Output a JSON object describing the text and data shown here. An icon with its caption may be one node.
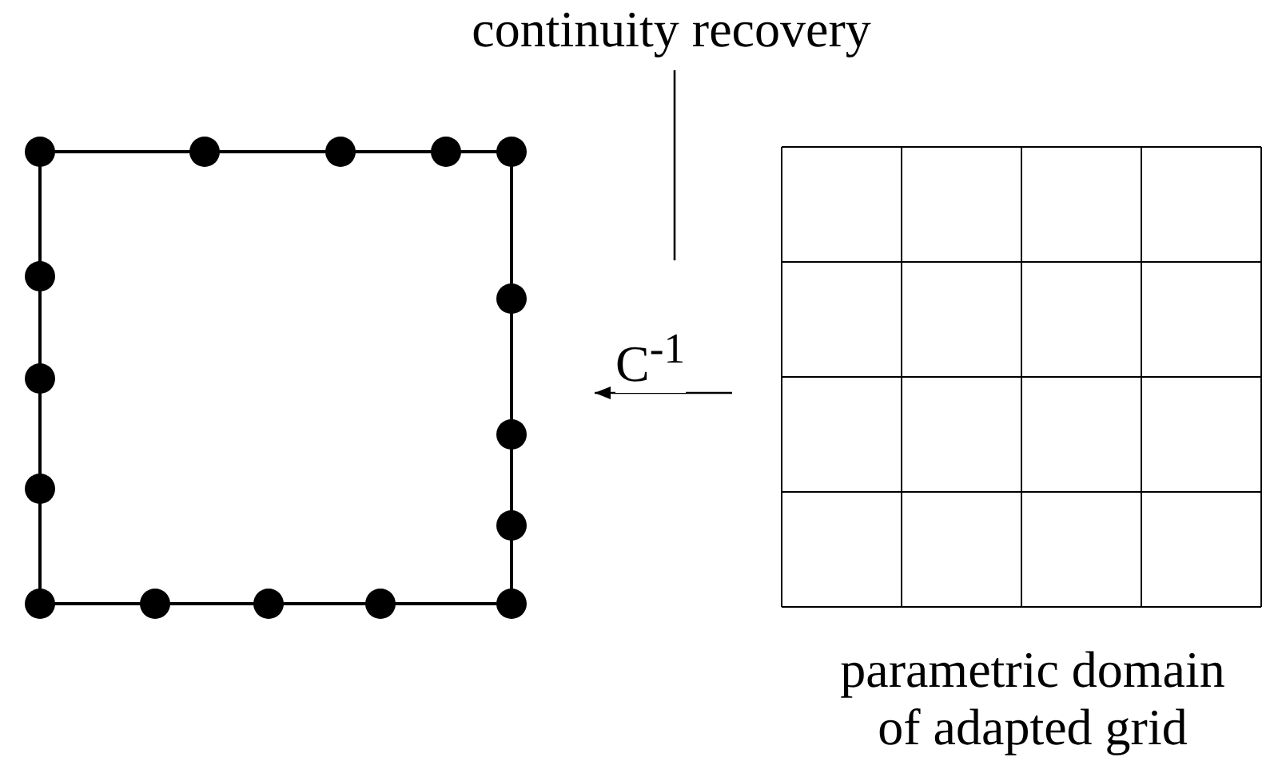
{
  "diagram": {
    "nodes": [
      {
        "text": [
          "continuity recovery"
        ]
      },
      {
        "text": [],
        "shape": "box"
      },
      {
        "text": [
          "parametric domain of adapted grid"
        ]
      }
    ],
    "edges": [
      {
        "from": 2,
        "to": 1,
        "arrow": "to",
        "label": "C$^{-1}$"
      },
      {
        "from": 0,
        "to": null,
        "arrow": "none"
      }
    ]
  }
}
